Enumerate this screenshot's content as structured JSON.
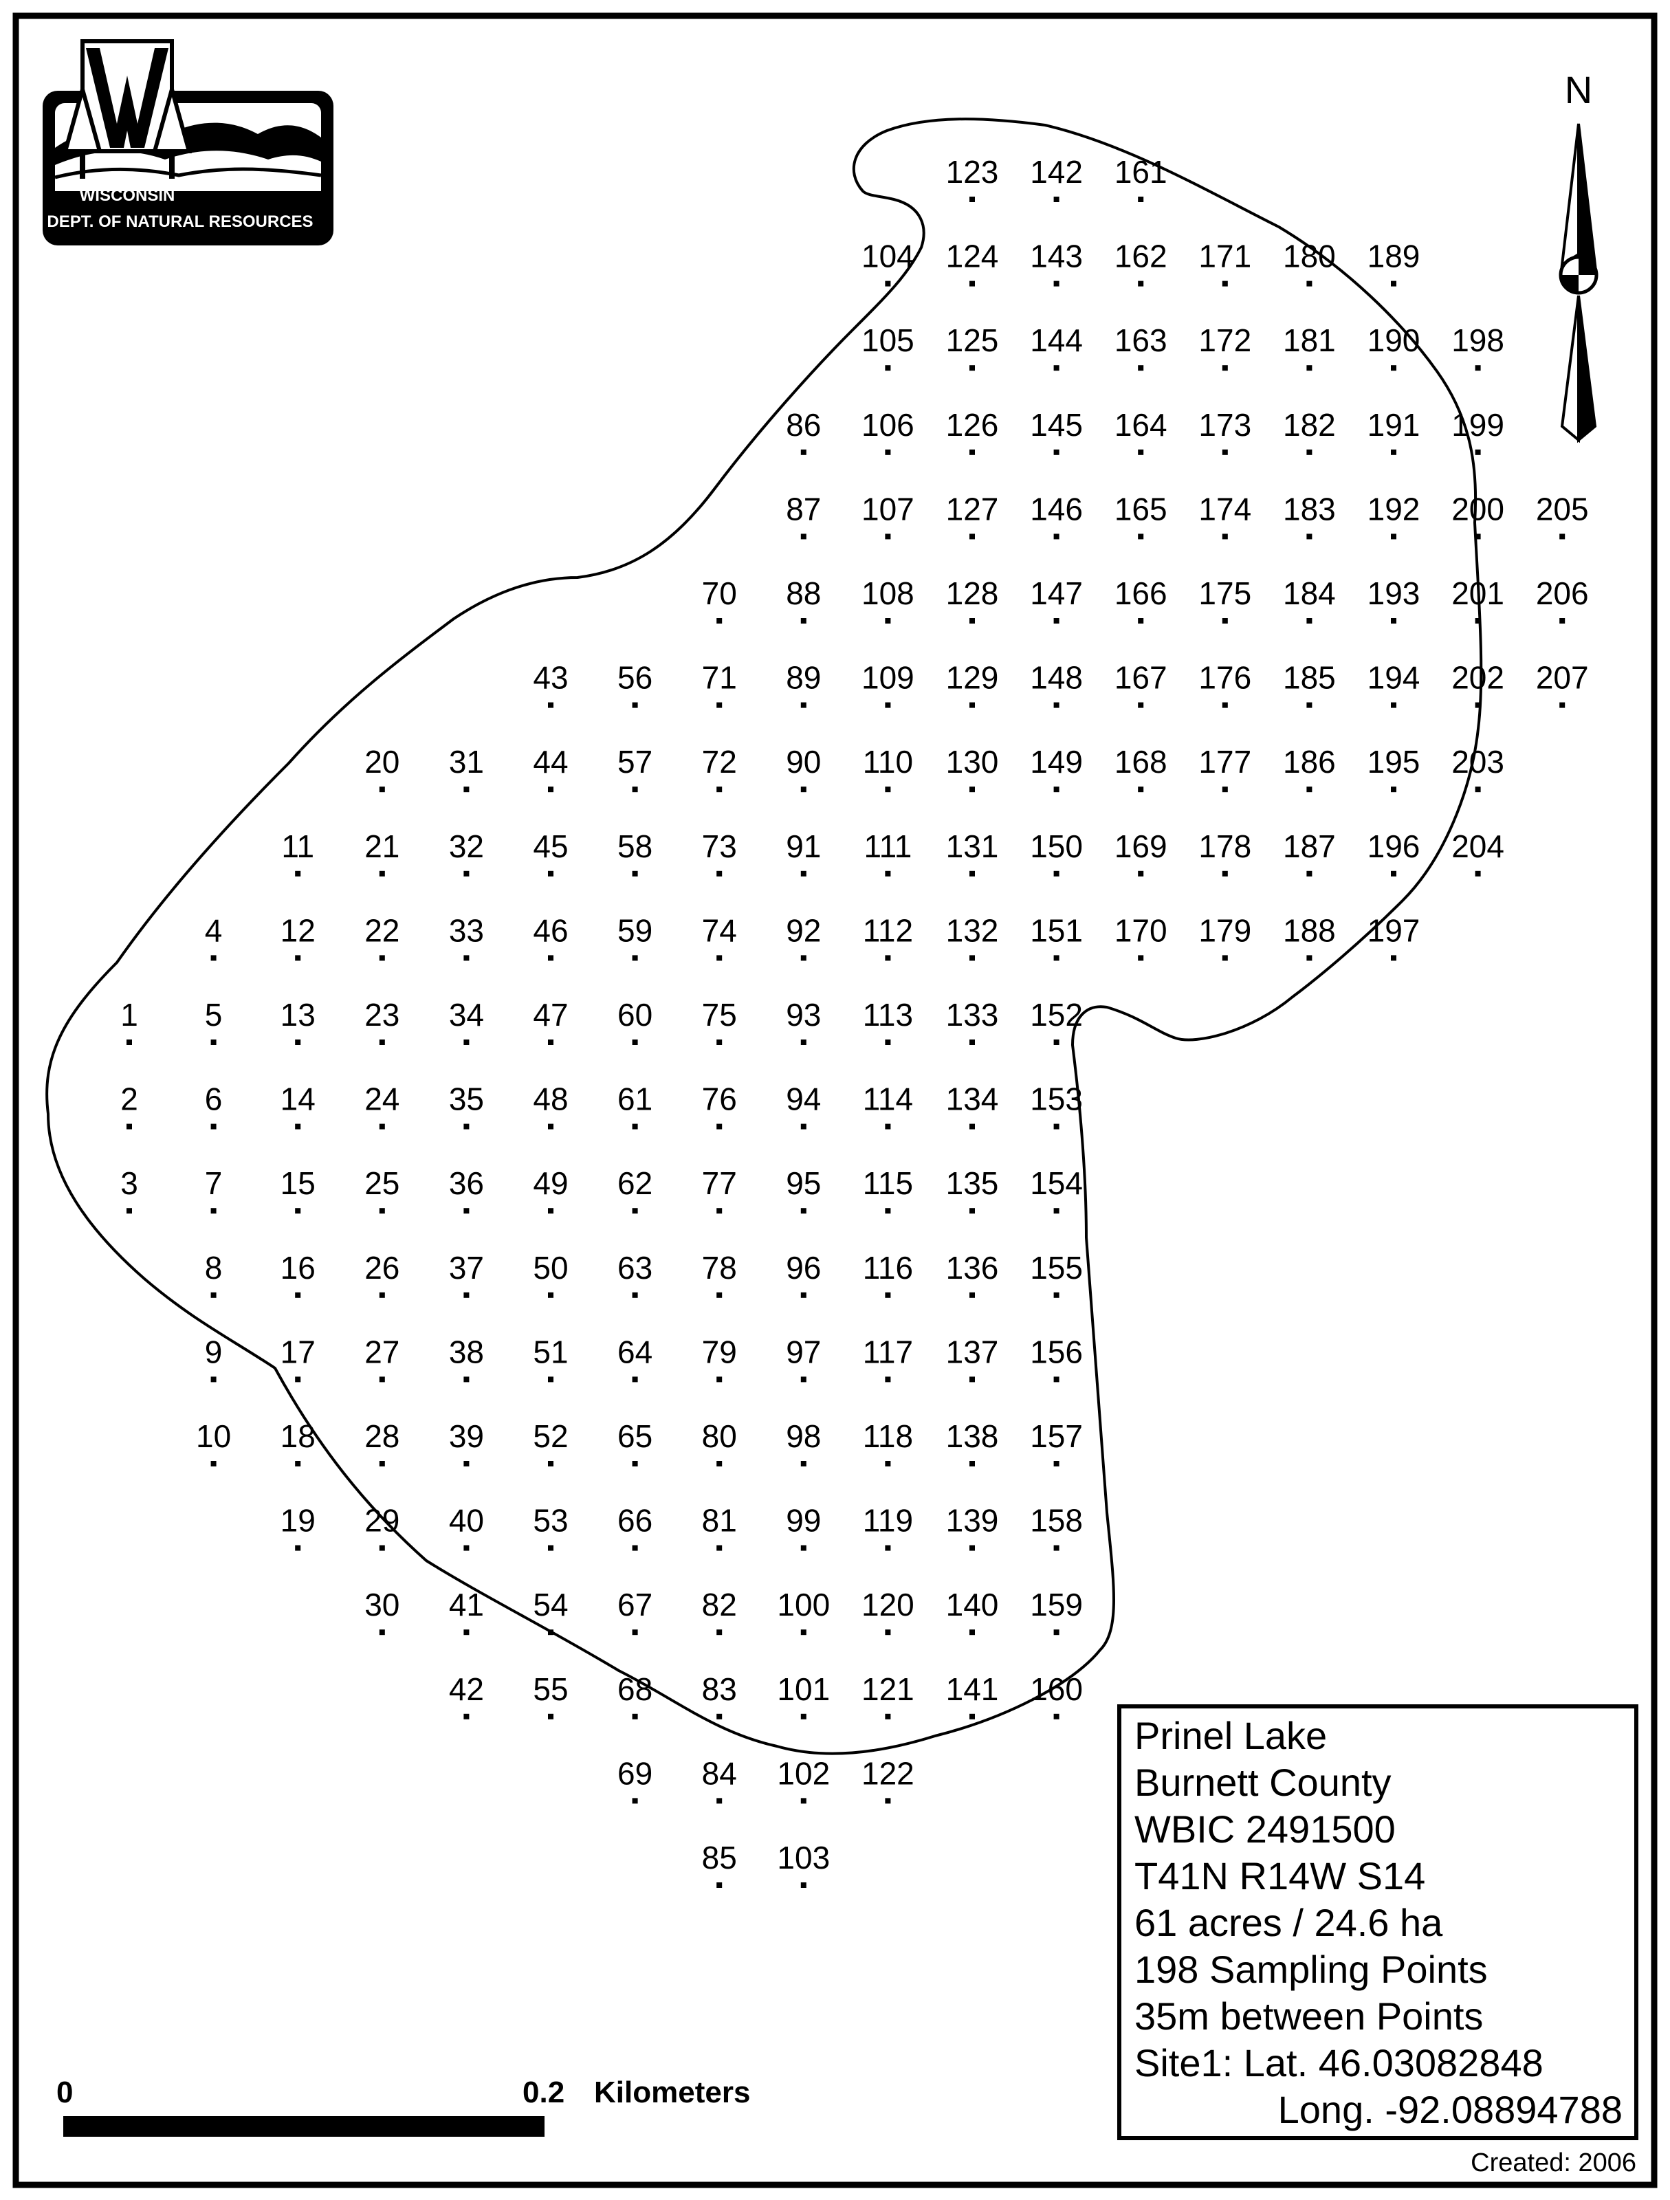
{
  "logo": {
    "line1": "WISCONSIN",
    "line2": "DEPT. OF NATURAL RESOURCES",
    "icon": "wdnr-logo-icon"
  },
  "north_arrow": {
    "label": "N",
    "icon": "north-arrow-icon"
  },
  "legend": {
    "lines": [
      "Prinel Lake",
      "Burnett County",
      "WBIC 2491500",
      "T41N R14W S14",
      "61 acres / 24.6 ha",
      "198 Sampling Points",
      "35m between Points",
      "Site1: Lat. 46.03082848",
      "Long. -92.08894788"
    ]
  },
  "scale_bar": {
    "start_label": "0",
    "end_label": "0.2",
    "unit_label": "Kilometers"
  },
  "credit": "Created: 2006",
  "sampling_grid": {
    "columns": [
      {
        "col": 0,
        "row_start": 10,
        "count": 3
      },
      {
        "col": 1,
        "row_start": 9,
        "count": 7
      },
      {
        "col": 2,
        "row_start": 8,
        "count": 9
      },
      {
        "col": 3,
        "row_start": 7,
        "count": 11
      },
      {
        "col": 4,
        "row_start": 7,
        "count": 12
      },
      {
        "col": 5,
        "row_start": 6,
        "count": 13
      },
      {
        "col": 6,
        "row_start": 6,
        "count": 14
      },
      {
        "col": 7,
        "row_start": 5,
        "count": 16
      },
      {
        "col": 8,
        "row_start": 3,
        "count": 18
      },
      {
        "col": 9,
        "row_start": 1,
        "count": 19
      },
      {
        "col": 10,
        "row_start": 0,
        "count": 19
      },
      {
        "col": 11,
        "row_start": 0,
        "count": 19
      },
      {
        "col": 12,
        "row_start": 0,
        "count": 10
      },
      {
        "col": 13,
        "row_start": 1,
        "count": 9
      },
      {
        "col": 14,
        "row_start": 1,
        "count": 9
      },
      {
        "col": 15,
        "row_start": 1,
        "count": 9
      },
      {
        "col": 16,
        "row_start": 2,
        "count": 7
      },
      {
        "col": 17,
        "row_start": 4,
        "count": 3
      }
    ]
  }
}
